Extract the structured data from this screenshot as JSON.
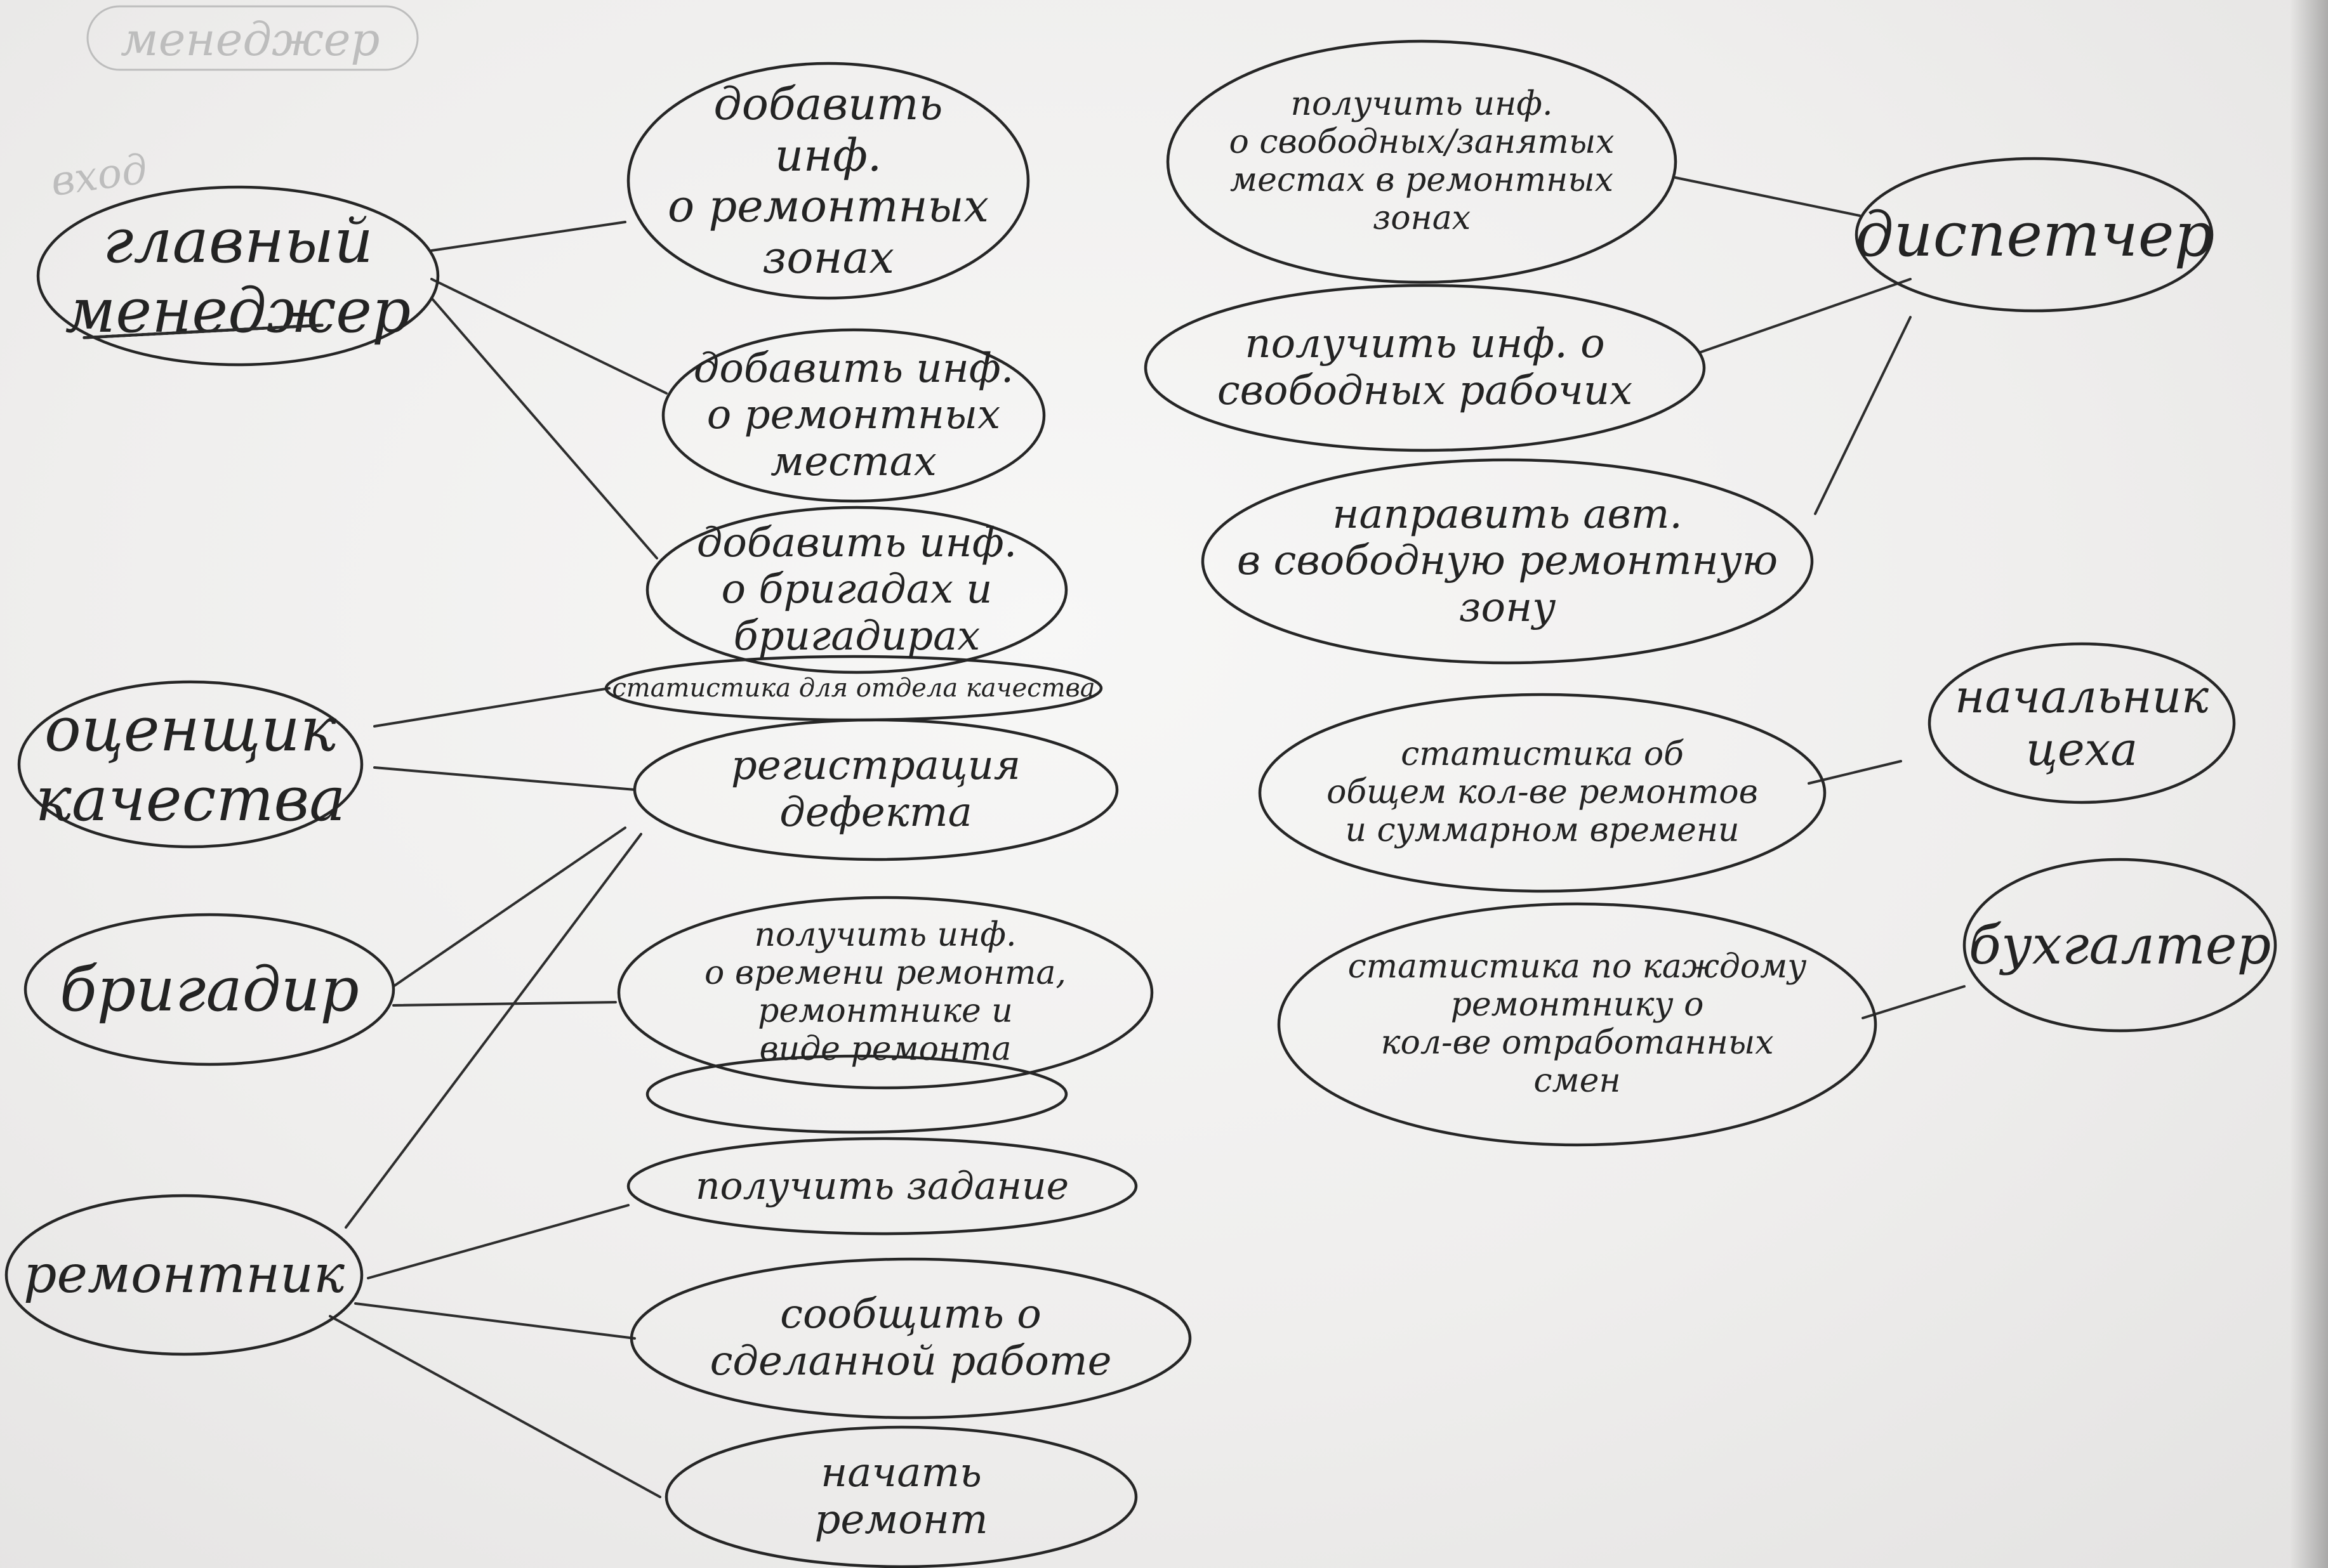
{
  "ghost_marks": {
    "top_left": "менеджер",
    "left_margin": "вход"
  },
  "actors": {
    "main_manager": "главный\nменеджер",
    "quality_assessor": "оценщик\nкачества",
    "foreman": "бригадир",
    "repairman": "ремонтник",
    "dispatcher": "диспетчер",
    "shop_head": "начальник\nцеха",
    "accountant": "бухгалтер"
  },
  "use_cases": {
    "add_zones_info": "добавить\nинф.\nо ремонтных\nзонах",
    "add_places_info": "добавить инф.\nо ремонтных\nместах",
    "add_brigades_info": "добавить инф.\nо бригадах и\nбригадирах",
    "quality_stats": "статистика для отдела качества",
    "register_defect": "регистрация\nдефекта",
    "get_repair_info": "получить инф.\nо времени ремонта,\nремонтнике и\nвиде ремонта",
    "get_task": "получить задание",
    "report_work": "сообщить о\nсделанной работе",
    "start_repair": "начать\nремонт",
    "get_zone_status": "получить инф.\nо свободных/занятых\nместах в ремонтных\nзонах",
    "get_free_workers": "получить инф. о\nсвободных рабочих",
    "send_car": "направить авт.\nв свободную ремонтную\nзону",
    "total_stats": "статистика об\nобщем кол-ве ремонтов\nи суммарном времени",
    "per_worker_stats": "статистика по каждому\nремонтнику о\nкол-ве отработанных\nсмен"
  }
}
